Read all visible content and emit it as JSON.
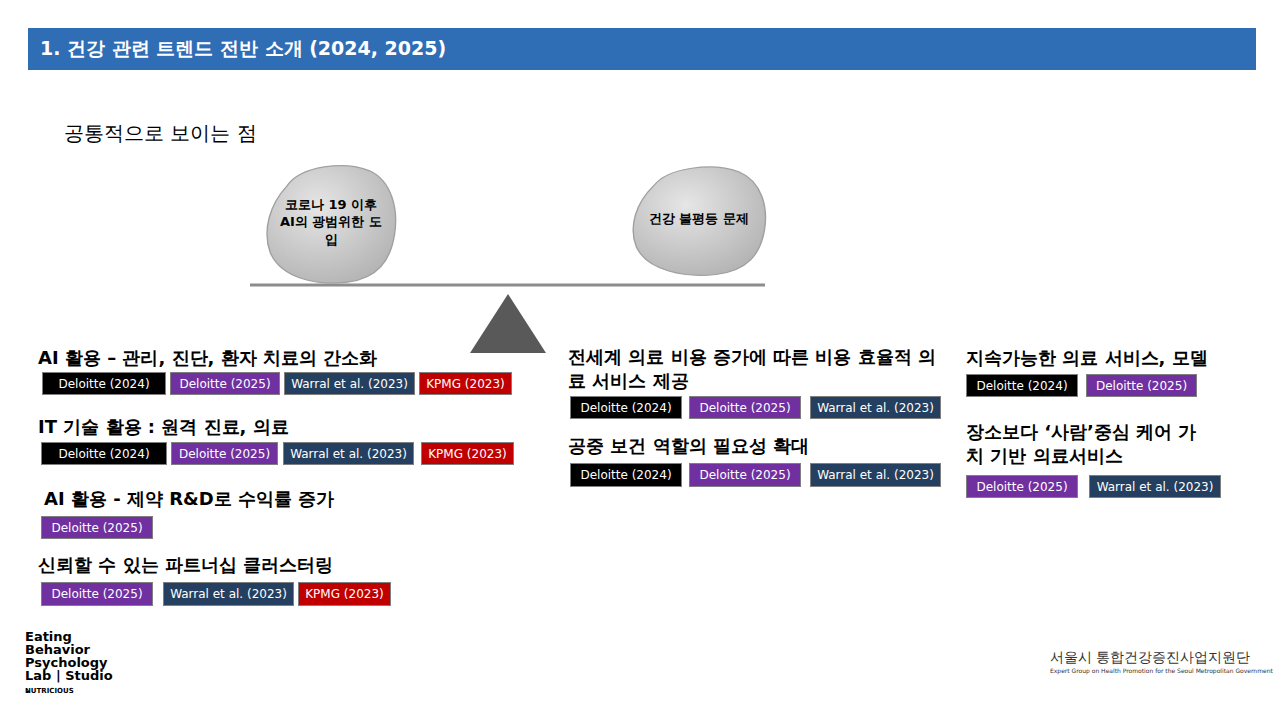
{
  "diagram": {
    "title": "1. 건강 관련 트렌드 전반 소개 (2024, 2025)",
    "nodes": [
      {
        "text": [
          "코로나 19 이후 AI의 광범위한 도입"
        ]
      },
      {
        "text": [
          "건강 불평등 문제"
        ]
      },
      {
        "text": [
          "Deloitte (2024)"
        ]
      },
      {
        "text": [
          "Deloitte (2025)"
        ]
      },
      {
        "text": [
          "Warral et al. (2023)"
        ]
      },
      {
        "text": [
          "KPMG (2023)"
        ]
      },
      {
        "text": [
          "Deloitte (2024)"
        ]
      },
      {
        "text": [
          "Deloitte (2025)"
        ]
      },
      {
        "text": [
          "Warral et al. (2023)"
        ]
      },
      {
        "text": [
          "KPMG (2023)"
        ]
      },
      {
        "text": [
          "Deloitte (2025)"
        ]
      },
      {
        "text": [
          "Deloitte (2025)"
        ]
      },
      {
        "text": [
          "Warral et al. (2023)"
        ]
      },
      {
        "text": [
          "KPMG (2023)"
        ]
      },
      {
        "text": [
          "Deloitte (2024)"
        ]
      },
      {
        "text": [
          "Deloitte (2025)"
        ]
      },
      {
        "text": [
          "Warral et al. (2023)"
        ]
      },
      {
        "text": [
          "Deloitte (2024)"
        ]
      },
      {
        "text": [
          "Deloitte (2025)"
        ]
      },
      {
        "text": [
          "Warral et al. (2023)"
        ]
      },
      {
        "text": [
          "Deloitte (2024)"
        ]
      },
      {
        "text": [
          "Deloitte (2025)"
        ]
      },
      {
        "text": [
          "Deloitte (2025)"
        ]
      },
      {
        "text": [
          "Warral et al. (2023)"
        ]
      }
    ],
    "labels": [
      "공통적으로 보이는 점",
      "AI 활용 – 관리, 진단, 환자 치료의 간소화",
      "IT 기술 활용 : 원격 진료, 의료",
      "AI 활용 - 제약 R&D로 수익률 증가",
      "신뢰할 수 있는 파트너십 클러스터링",
      "전세계 의료 비용 증가에 따른 비용 효율적 의료 서비스 제공",
      "공중 보건 역할의 필요성 확대",
      "지속가능한 의료 서비스, 모델",
      "장소보다 ‘사람’중심 케어 가치 기반 의료서비스",
      "Eating Behavior Psychology Lab | Studio .",
      "NUTRICIOUS",
      "서울시 통합건강증진사업지원단",
      "Expert Group on Health Promotion for the Seoul Metropolitan Government"
    ]
  }
}
